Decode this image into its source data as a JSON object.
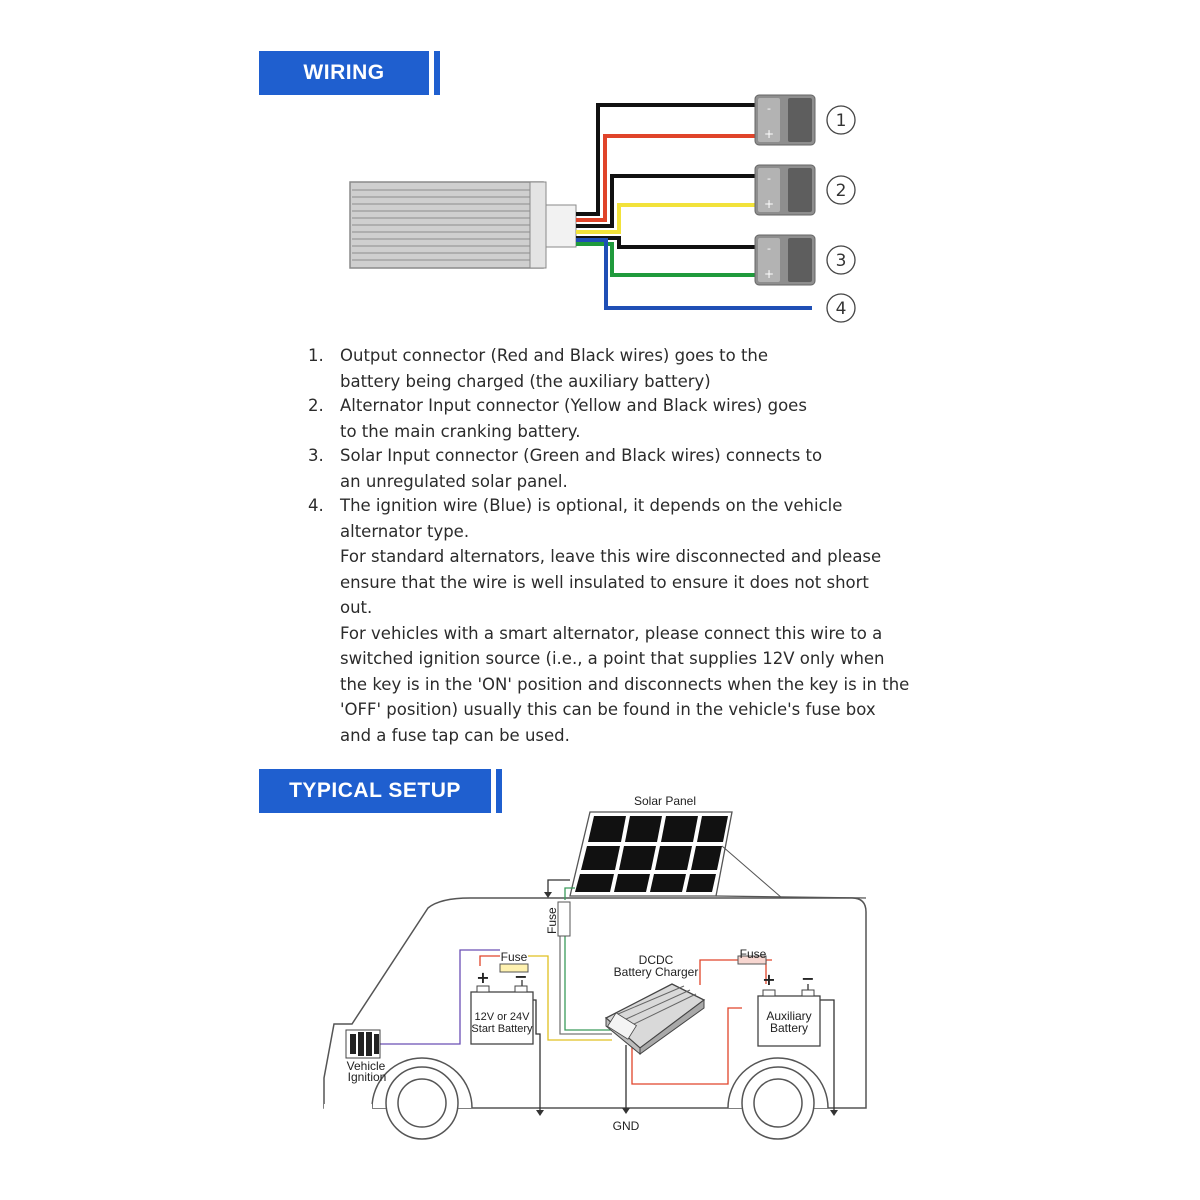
{
  "sections": {
    "wiring_title": "WIRING",
    "setup_title": "TYPICAL SETUP"
  },
  "connectors": [
    {
      "number": "1",
      "minus": "-",
      "plus": "+"
    },
    {
      "number": "2",
      "minus": "-",
      "plus": "+"
    },
    {
      "number": "3",
      "minus": "-",
      "plus": "+"
    },
    {
      "number": "4"
    }
  ],
  "instructions": [
    {
      "num": "1.",
      "lines": [
        "Output connector (Red and Black wires) goes to the",
        "battery being charged (the auxiliary battery)"
      ]
    },
    {
      "num": "2.",
      "lines": [
        "Alternator Input  connector (Yellow and Black wires) goes",
        "to the main cranking battery."
      ]
    },
    {
      "num": "3.",
      "lines": [
        "Solar Input connector (Green and Black wires) connects to",
        "an unregulated solar panel."
      ]
    },
    {
      "num": "4.",
      "lines": [
        "The ignition wire (Blue) is optional, it depends on the vehicle",
        "alternator type.",
        "For standard alternators, leave this wire disconnected and please",
        "ensure that the wire is well insulated to ensure it does not short",
        "out.",
        "For vehicles with a smart alternator, please connect this wire to a",
        "switched ignition source (i.e., a point that supplies 12V only when",
        "the key is in the 'ON' position and disconnects when the key is in the",
        "'OFF' position) usually this can be found in the vehicle's fuse box",
        "and a fuse tap can be used."
      ]
    }
  ],
  "setup": {
    "solar_panel": "Solar Panel",
    "fuse_vertical": "Fuse",
    "fuse_start": "Fuse",
    "fuse_aux": "Fuse",
    "charger_line1": "DCDC",
    "charger_line2": "Battery Charger",
    "start_battery_line1": "12V or 24V",
    "start_battery_line2": "Start Battery",
    "aux_battery_line1": "Auxiliary",
    "aux_battery_line2": "Battery",
    "ignition_line1": "Vehicle",
    "ignition_line2": "Ignition",
    "gnd": "GND",
    "plus": "+",
    "minus": "−"
  },
  "colors": {
    "tab_blue": "#1f5fcf",
    "wire_black": "#111111",
    "wire_red": "#e0442a",
    "wire_yellow": "#f2e23a",
    "wire_green": "#1f9a3c",
    "wire_blue": "#1f4fb5"
  }
}
